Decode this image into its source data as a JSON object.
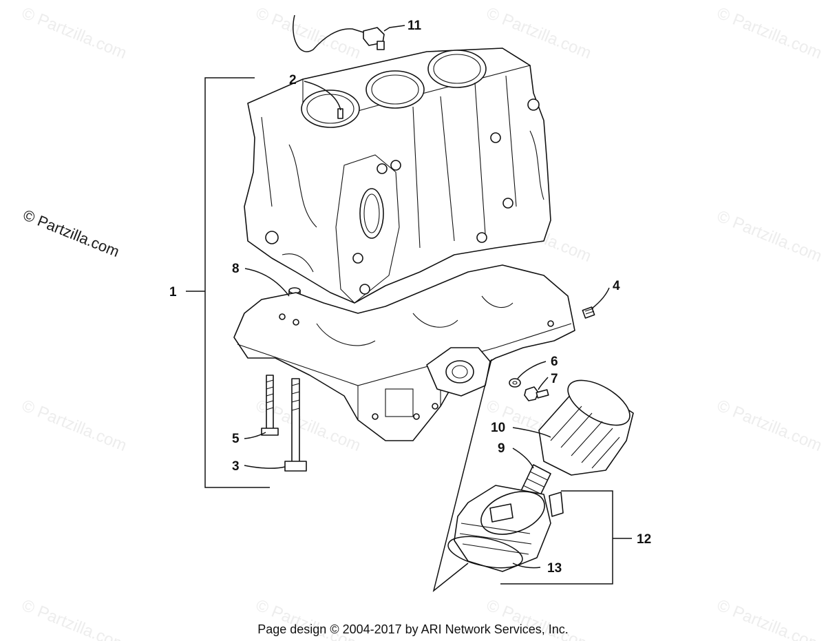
{
  "watermark": {
    "text": "© Partzilla.com",
    "prominent_text": "© Partzilla.com"
  },
  "footer": {
    "credit": "Page design © 2004-2017 by ARI Network Services, Inc."
  },
  "callouts": [
    {
      "id": "1",
      "label": "1"
    },
    {
      "id": "2",
      "label": "2"
    },
    {
      "id": "3",
      "label": "3"
    },
    {
      "id": "4",
      "label": "4"
    },
    {
      "id": "5",
      "label": "5"
    },
    {
      "id": "6",
      "label": "6"
    },
    {
      "id": "7",
      "label": "7"
    },
    {
      "id": "8",
      "label": "8"
    },
    {
      "id": "9",
      "label": "9"
    },
    {
      "id": "10",
      "label": "10"
    },
    {
      "id": "11",
      "label": "11"
    },
    {
      "id": "12",
      "label": "12"
    },
    {
      "id": "13",
      "label": "13"
    }
  ]
}
